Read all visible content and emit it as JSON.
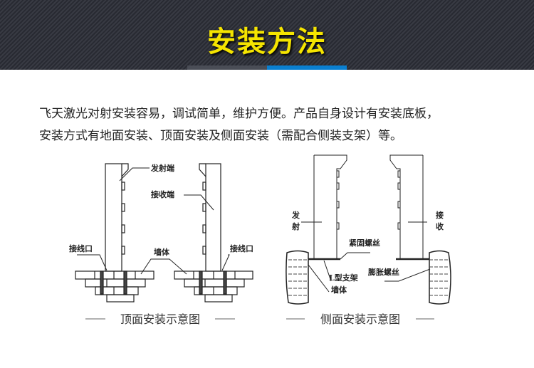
{
  "header": {
    "title": "安装方法",
    "accent_color": "#0a7fd0",
    "title_color": "#f5e400"
  },
  "description": {
    "line1": "飞天激光对射安装容易，调试简单，维护方便。产品自身设计有安装底板，",
    "line2": "安装方式有地面安装、顶面安装及侧面安装（需配合侧装支架）等。"
  },
  "top_diagram": {
    "emitter": "发射端",
    "receiver": "接收端",
    "port_left": "接线口",
    "port_right": "接线口",
    "wall": "墙体",
    "caption": "顶面安装示意图"
  },
  "side_diagram": {
    "emit1": "发",
    "emit2": "射",
    "recv1": "接",
    "recv2": "收",
    "screw": "紧固螺丝",
    "bracket": "L型支架",
    "wall": "墙体",
    "anchor": "膨胀螺丝",
    "caption": "侧面安装示意图"
  }
}
